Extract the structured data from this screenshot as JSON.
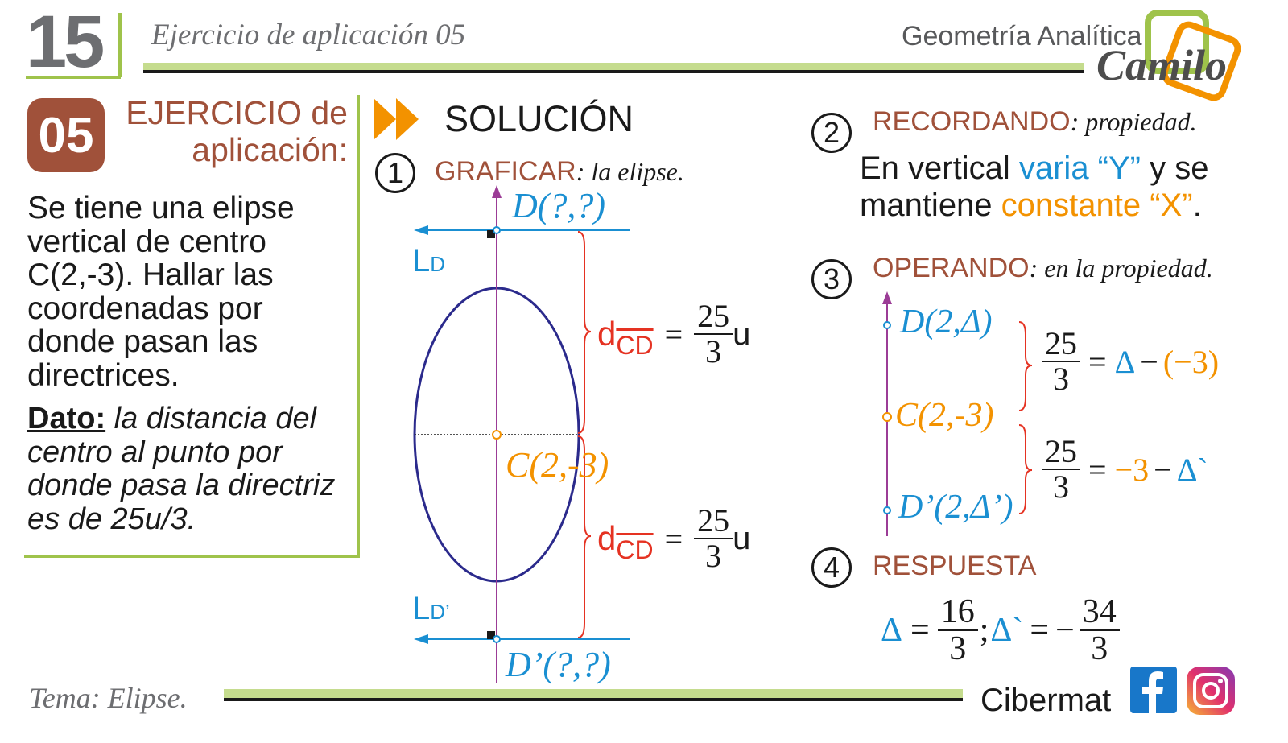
{
  "header": {
    "page_number": "15",
    "title": "Ejercicio de aplicación 05",
    "subject": "Geometría Analítica",
    "logo_text": "Camilo"
  },
  "exercise": {
    "badge": "05",
    "heading_line1": "EJERCICIO de",
    "heading_line2": "aplicación:",
    "statement": "Se tiene una elipse vertical de centro C(2,-3). Hallar las coordenadas por donde pasan las directrices.",
    "dato_label": "Dato:",
    "dato_text": " la distancia del centro al punto por donde pasa la directriz es de 25u/3."
  },
  "solution": {
    "title": "SOLUCIÓN",
    "step1": {
      "num": "1",
      "label": "GRAFICAR",
      "sub": ": la elipse."
    },
    "step2": {
      "num": "2",
      "label": "RECORDANDO",
      "sub": ": propiedad."
    },
    "step3": {
      "num": "3",
      "label": "OPERANDO",
      "sub": ": en la propiedad."
    },
    "step4": {
      "num": "4",
      "label": "RESPUESTA"
    }
  },
  "graph": {
    "point_top": "D(?,?)",
    "point_center": "C(2,-3)",
    "point_bottom": "D’(?,?)",
    "directrix_top": "L",
    "directrix_top_sub": "D",
    "directrix_bottom": "L",
    "directrix_bottom_sub": "D’",
    "dist_symbol": "d",
    "dist_sub": "CD",
    "eq": "=",
    "numerator": "25",
    "denominator": "3",
    "unit": "u"
  },
  "remember": {
    "part1": "En vertical ",
    "part2": "varia “Y”",
    "part3": " y se mantiene ",
    "part4": "constante “X”",
    "part5": "."
  },
  "operating": {
    "point_top": "D(2,Δ)",
    "point_center": "C(2,-3)",
    "point_bottom": "D’(2,Δ’)",
    "eq1": {
      "num": "25",
      "den": "3",
      "eq": "=",
      "lhs": "Δ",
      "minus": "−",
      "rhs": "(−3)"
    },
    "eq2": {
      "num": "25",
      "den": "3",
      "eq": "=",
      "lhs": "−3",
      "minus": "−",
      "rhs": "Δ`"
    }
  },
  "answer": {
    "var1": "Δ",
    "eq": "=",
    "num1": "16",
    "den1": "3",
    "sep": ";",
    "var2": "Δ`",
    "neg": "−",
    "num2": "34",
    "den2": "3"
  },
  "footer": {
    "theme": "Tema: Elipse.",
    "brand": "Cibermat"
  },
  "colors": {
    "brown": "#a0513a",
    "green": "#9fc34b",
    "blue": "#1a8fd2",
    "orange": "#f39200",
    "red": "#e53222",
    "navy": "#2b2a8c",
    "purple": "#9b3c96"
  }
}
